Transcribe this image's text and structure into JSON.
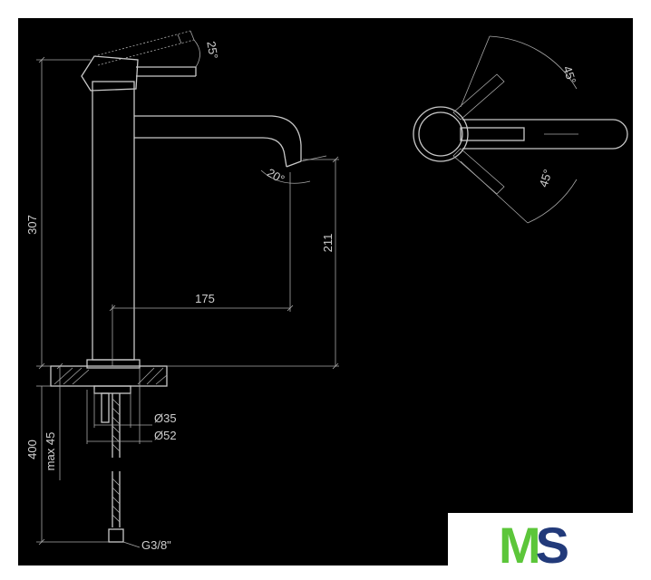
{
  "drawing": {
    "dimensions": {
      "total_height": "307",
      "spout_height": "211",
      "reach": "175",
      "handle_angle": "25°",
      "spout_angle": "20°",
      "swing_left": "45°",
      "swing_right": "45°",
      "hole_dia": "Ø35",
      "base_dia": "Ø52",
      "hose_length": "400",
      "deck_thickness": "max 45",
      "connection": "G3/8\""
    },
    "line_color": "#c8c8c8",
    "background_color": "#000000"
  },
  "logo": {
    "letters": "MS",
    "colors": {
      "m": "#5cc63a",
      "s": "#223a7a"
    }
  }
}
